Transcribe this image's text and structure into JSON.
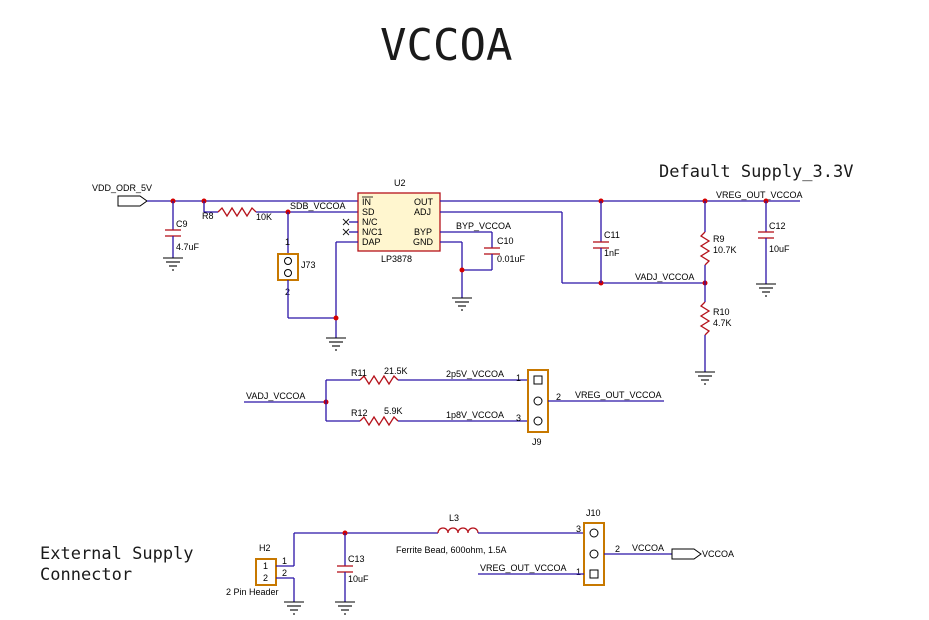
{
  "title": "VCCOA",
  "notes": {
    "default_supply": "Default Supply_3.3V",
    "external_supply_line1": "External Supply",
    "external_supply_line2": "Connector"
  },
  "nets": {
    "vdd_odr_5v": "VDD_ODR_5V",
    "sdb_vccoa": "SDB_VCCOA",
    "vreg_out_vccoa_top": "VREG_OUT_VCCOA",
    "byp_vccoa": "BYP_VCCOA",
    "vadj_vccoa_top": "VADJ_VCCOA",
    "vadj_vccoa_mid": "VADJ_VCCOA",
    "net_2p5v": "2p5V_VCCOA",
    "net_1p8v": "1p8V_VCCOA",
    "vreg_out_vccoa_mid": "VREG_OUT_VCCOA",
    "vccoa_net": "VCCOA",
    "vccoa_port": "VCCOA",
    "vreg_out_vccoa_bot": "VREG_OUT_VCCOA"
  },
  "u2": {
    "ref": "U2",
    "part": "LP3878",
    "pin_in": "IN",
    "pin_sd": "SD",
    "pin_nc": "N/C",
    "pin_nc1": "N/C1",
    "pin_dap": "DAP",
    "pin_out": "OUT",
    "pin_adj": "ADJ",
    "pin_byp": "BYP",
    "pin_gnd": "GND"
  },
  "components": {
    "r8": {
      "ref": "R8",
      "value": "10K"
    },
    "c9": {
      "ref": "C9",
      "value": "4.7uF"
    },
    "j73": {
      "ref": "J73",
      "pin1": "1",
      "pin2": "2"
    },
    "c10": {
      "ref": "C10",
      "value": "0.01uF"
    },
    "c11": {
      "ref": "C11",
      "value": "1nF"
    },
    "r9": {
      "ref": "R9",
      "value": "10.7K"
    },
    "r10": {
      "ref": "R10",
      "value": "4.7K"
    },
    "c12": {
      "ref": "C12",
      "value": "10uF"
    },
    "r11": {
      "ref": "R11",
      "value": "21.5K"
    },
    "r12": {
      "ref": "R12",
      "value": "5.9K"
    },
    "j9": {
      "ref": "J9",
      "pin1": "1",
      "pin2": "2",
      "pin3": "3"
    },
    "h2": {
      "ref": "H2",
      "desc": "2 Pin Header",
      "pin1": "1",
      "pin2": "2",
      "lbl1": "1",
      "lbl2": "2"
    },
    "c13": {
      "ref": "C13",
      "value": "10uF"
    },
    "l3": {
      "ref": "L3",
      "value": "Ferrite Bead, 600ohm, 1.5A"
    },
    "j10": {
      "ref": "J10",
      "pin1": "1",
      "pin2": "2",
      "pin3": "3"
    }
  }
}
